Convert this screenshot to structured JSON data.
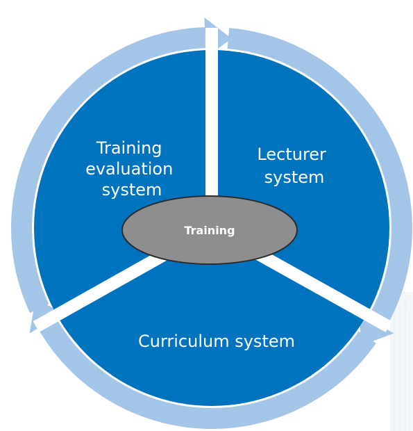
{
  "diagram": {
    "center_label": "Training",
    "segments": [
      {
        "id": "lecturer",
        "lines": [
          "Lecturer",
          "system"
        ]
      },
      {
        "id": "curriculum",
        "lines": [
          "Curriculum system"
        ]
      },
      {
        "id": "evaluation",
        "lines": [
          "Training",
          "evaluation",
          "system"
        ]
      }
    ],
    "colors": {
      "segment_fill": "#0073bf",
      "ring": "#a3c5e8",
      "divider": "#ffffff",
      "hub_fill": "#8e8e8e",
      "hub_stroke": "#2a2a2a",
      "hub_text": "#ffffff",
      "segment_text": "#ffffff",
      "background_building": "#e6eef6"
    }
  }
}
